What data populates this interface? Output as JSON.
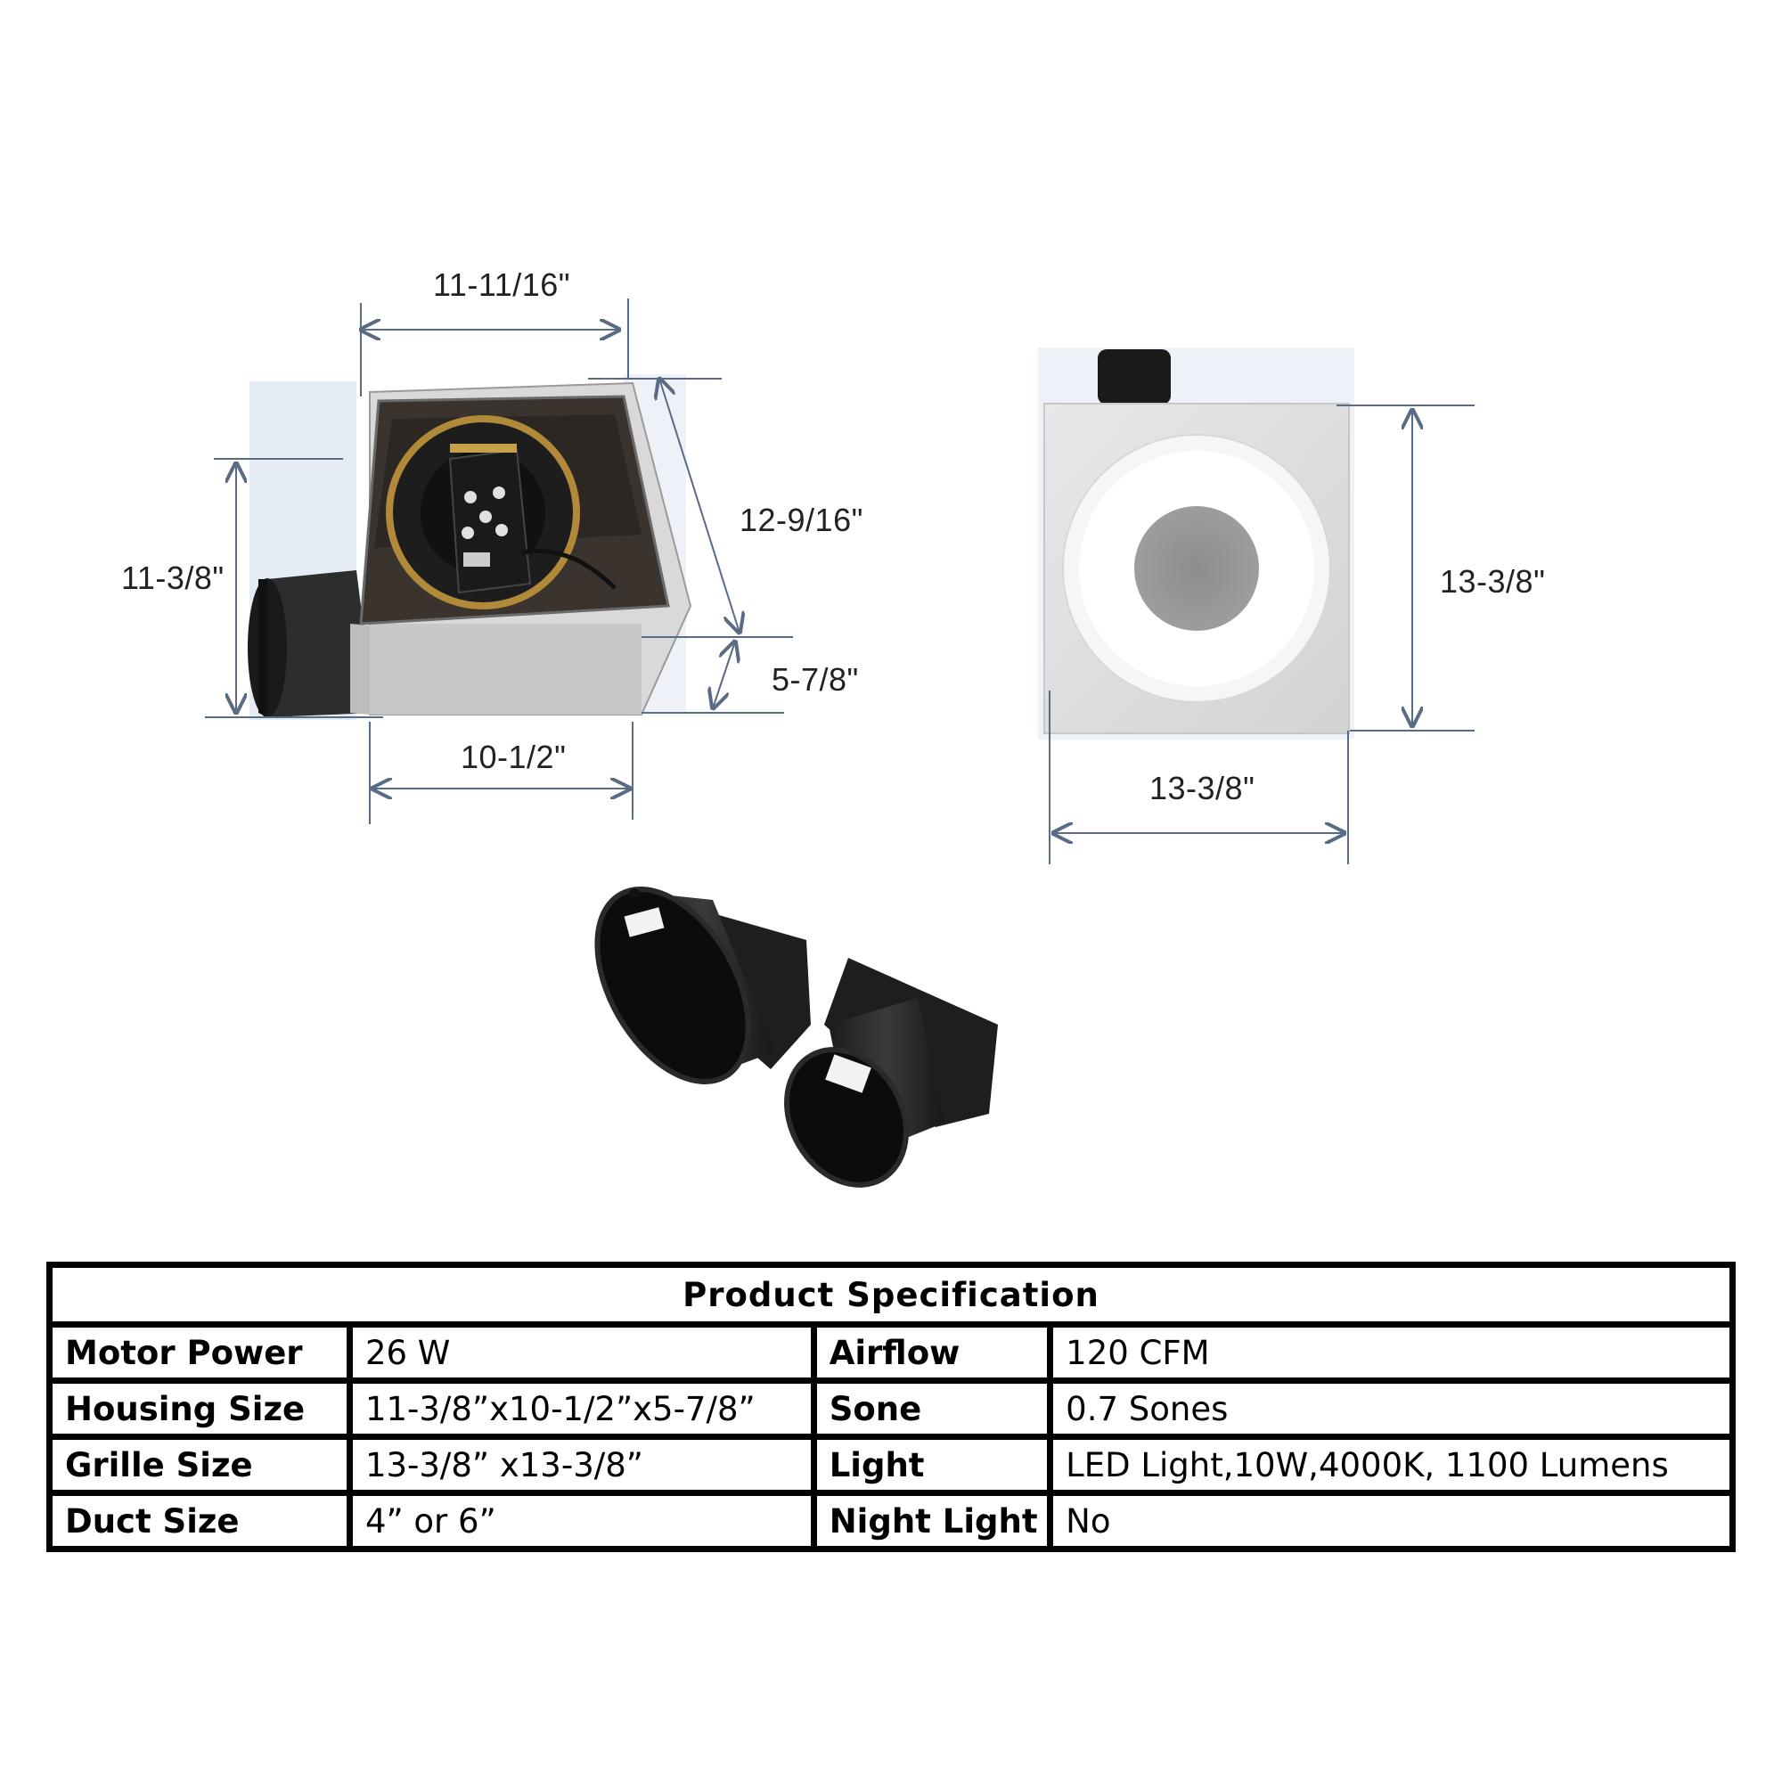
{
  "dimensions": {
    "housing_depth_top": "11-11/16\"",
    "housing_height": "11-3/8\"",
    "housing_diagonal": "12-9/16\"",
    "housing_side": "5-7/8\"",
    "housing_width": "10-1/2\"",
    "grille_height": "13-3/8\"",
    "grille_width": "13-3/8\""
  },
  "spec": {
    "title": "Product Specification",
    "rows": [
      {
        "label1": "Motor Power",
        "value1": "26 W",
        "label2": "Airflow",
        "value2": "120 CFM"
      },
      {
        "label1": "Housing Size",
        "value1": "11-3/8”x10-1/2”x5-7/8”",
        "label2": "Sone",
        "value2": "0.7 Sones"
      },
      {
        "label1": "Grille Size",
        "value1": "13-3/8” x13-3/8”",
        "label2": "Light",
        "value2": "LED Light,10W,4000K, 1100 Lumens"
      },
      {
        "label1": "Duct Size",
        "value1": "4” or 6”",
        "label2": "Night Light",
        "value2": "No"
      }
    ]
  }
}
